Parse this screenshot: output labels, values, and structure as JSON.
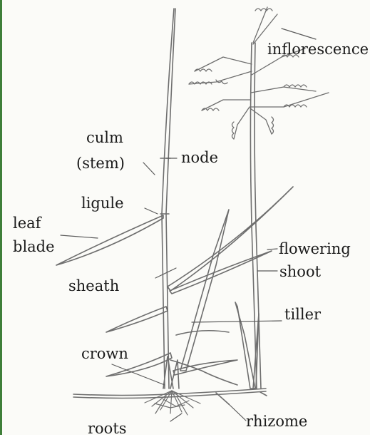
{
  "labels": {
    "inflorescence": "inflorescence",
    "culm": "culm",
    "stem": "(stem)",
    "node": "node",
    "ligule": "ligule",
    "leaf": "leaf",
    "blade": "blade",
    "flowering": "flowering",
    "shoot": "shoot",
    "sheath": "sheath",
    "tiller": "tiller",
    "crown": "crown",
    "rhizome": "rhizome",
    "roots": "roots"
  },
  "colors": {
    "border": "#3f7f3a",
    "ink": "#1a1a1a",
    "plant": "#6e6e6e"
  }
}
